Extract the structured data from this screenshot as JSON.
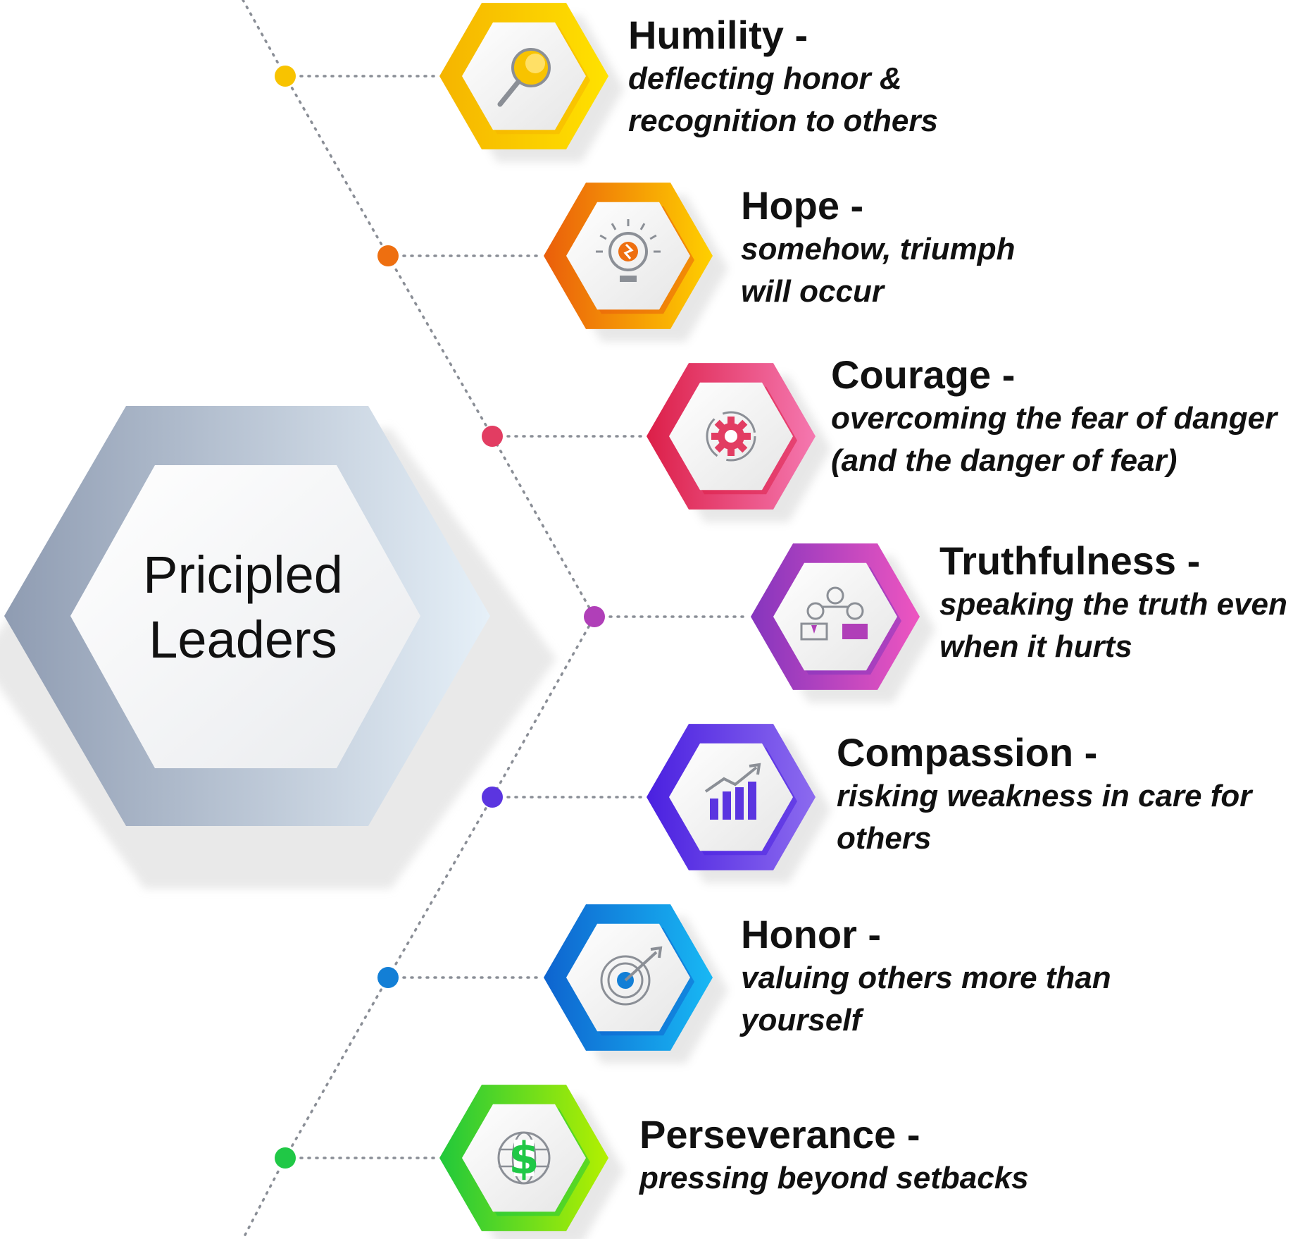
{
  "center": {
    "line1": "Pricipled",
    "line2": "Leaders"
  },
  "items": [
    {
      "title": "Humility -",
      "desc_line1": "deflecting honor &",
      "desc_line2": "recognition to others",
      "icon": "magnifier-icon",
      "color_a": "#F5B400",
      "color_b": "#FFE200",
      "dot_color": "#F8C300"
    },
    {
      "title": "Hope -",
      "desc_line1": "somehow, triumph",
      "desc_line2": "will occur",
      "icon": "lightbulb-icon",
      "color_a": "#EA5E0B",
      "color_b": "#FFD000",
      "dot_color": "#EE6F10"
    },
    {
      "title": "Courage -",
      "desc_line1": "overcoming the fear of danger",
      "desc_line2": "(and the danger of fear)",
      "icon": "gear-icon",
      "color_a": "#DC1F48",
      "color_b": "#F578B0",
      "dot_color": "#E23D62"
    },
    {
      "title": "Truthfulness -",
      "desc_line1": "speaking the truth even",
      "desc_line2": "when it hurts",
      "icon": "people-icon",
      "color_a": "#8535BE",
      "color_b": "#EE55C0",
      "dot_color": "#B03FB8"
    },
    {
      "title": "Compassion -",
      "desc_line1": "risking weakness in care for",
      "desc_line2": "others",
      "icon": "growth-chart-icon",
      "color_a": "#4A20E0",
      "color_b": "#8C6BEF",
      "dot_color": "#5B35E0"
    },
    {
      "title": "Honor -",
      "desc_line1": "valuing others more than",
      "desc_line2": "yourself",
      "icon": "target-icon",
      "color_a": "#0E64CF",
      "color_b": "#18B8F4",
      "dot_color": "#137FD6"
    },
    {
      "title": "Perseverance -",
      "desc_line1": "pressing beyond setbacks",
      "desc_line2": "",
      "icon": "globe-dollar-icon",
      "color_a": "#20C83B",
      "color_b": "#B4F000",
      "dot_color": "#20C846"
    }
  ]
}
